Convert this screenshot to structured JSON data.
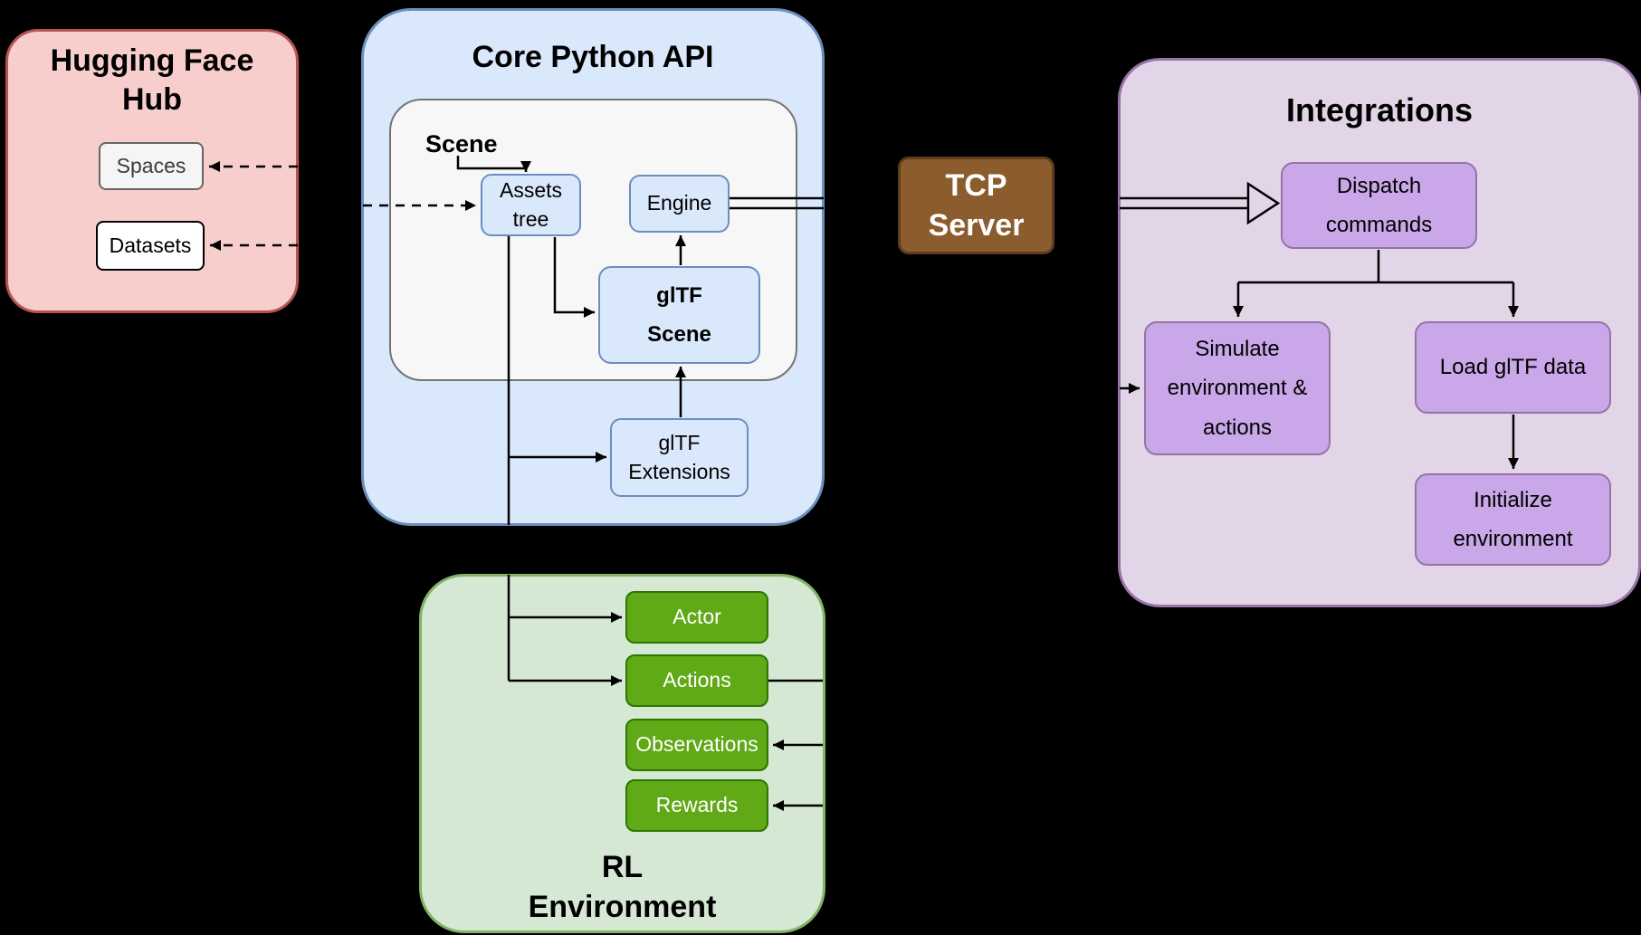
{
  "hugging_face_hub": {
    "title": "Hugging Face\nHub",
    "spaces_label": "Spaces",
    "datasets_label": "Datasets"
  },
  "core_python_api": {
    "title": "Core Python API",
    "scene_group_label": "Scene",
    "assets_tree_label": "Assets\ntree",
    "engine_label": "Engine",
    "gltf_scene_label": "glTF\nScene",
    "gltf_extensions_label": "glTF\nExtensions"
  },
  "tcp_server": {
    "label": "TCP\nServer"
  },
  "integrations": {
    "title": "Integrations",
    "dispatch_commands_label": "Dispatch\ncommands",
    "simulate_label": "Simulate\nenvironment &\nactions",
    "load_gltf_label": "Load glTF data",
    "initialize_label": "Initialize\nenvironment"
  },
  "rl_environment": {
    "title": "RL\nEnvironment",
    "actor_label": "Actor",
    "actions_label": "Actions",
    "observations_label": "Observations",
    "rewards_label": "Rewards"
  },
  "colors": {
    "background": "#000000",
    "hub_fill": "#F8CECC",
    "hub_stroke": "#B85450",
    "core_fill": "#DAE8FC",
    "core_stroke": "#6C8EBF",
    "scene_group_fill": "#F7F7F7",
    "scene_group_stroke": "#737373",
    "tcp_fill": "#8B5C2E",
    "tcp_stroke": "#5F3D1E",
    "integrations_fill": "#E1D5E7",
    "integrations_stroke": "#9673A6",
    "purple_node_fill": "#C9A7E8",
    "rl_fill": "#D5E8D4",
    "rl_stroke": "#82B366",
    "green_node_fill": "#60A917",
    "green_node_stroke": "#2D7600",
    "connector": "#000000"
  }
}
